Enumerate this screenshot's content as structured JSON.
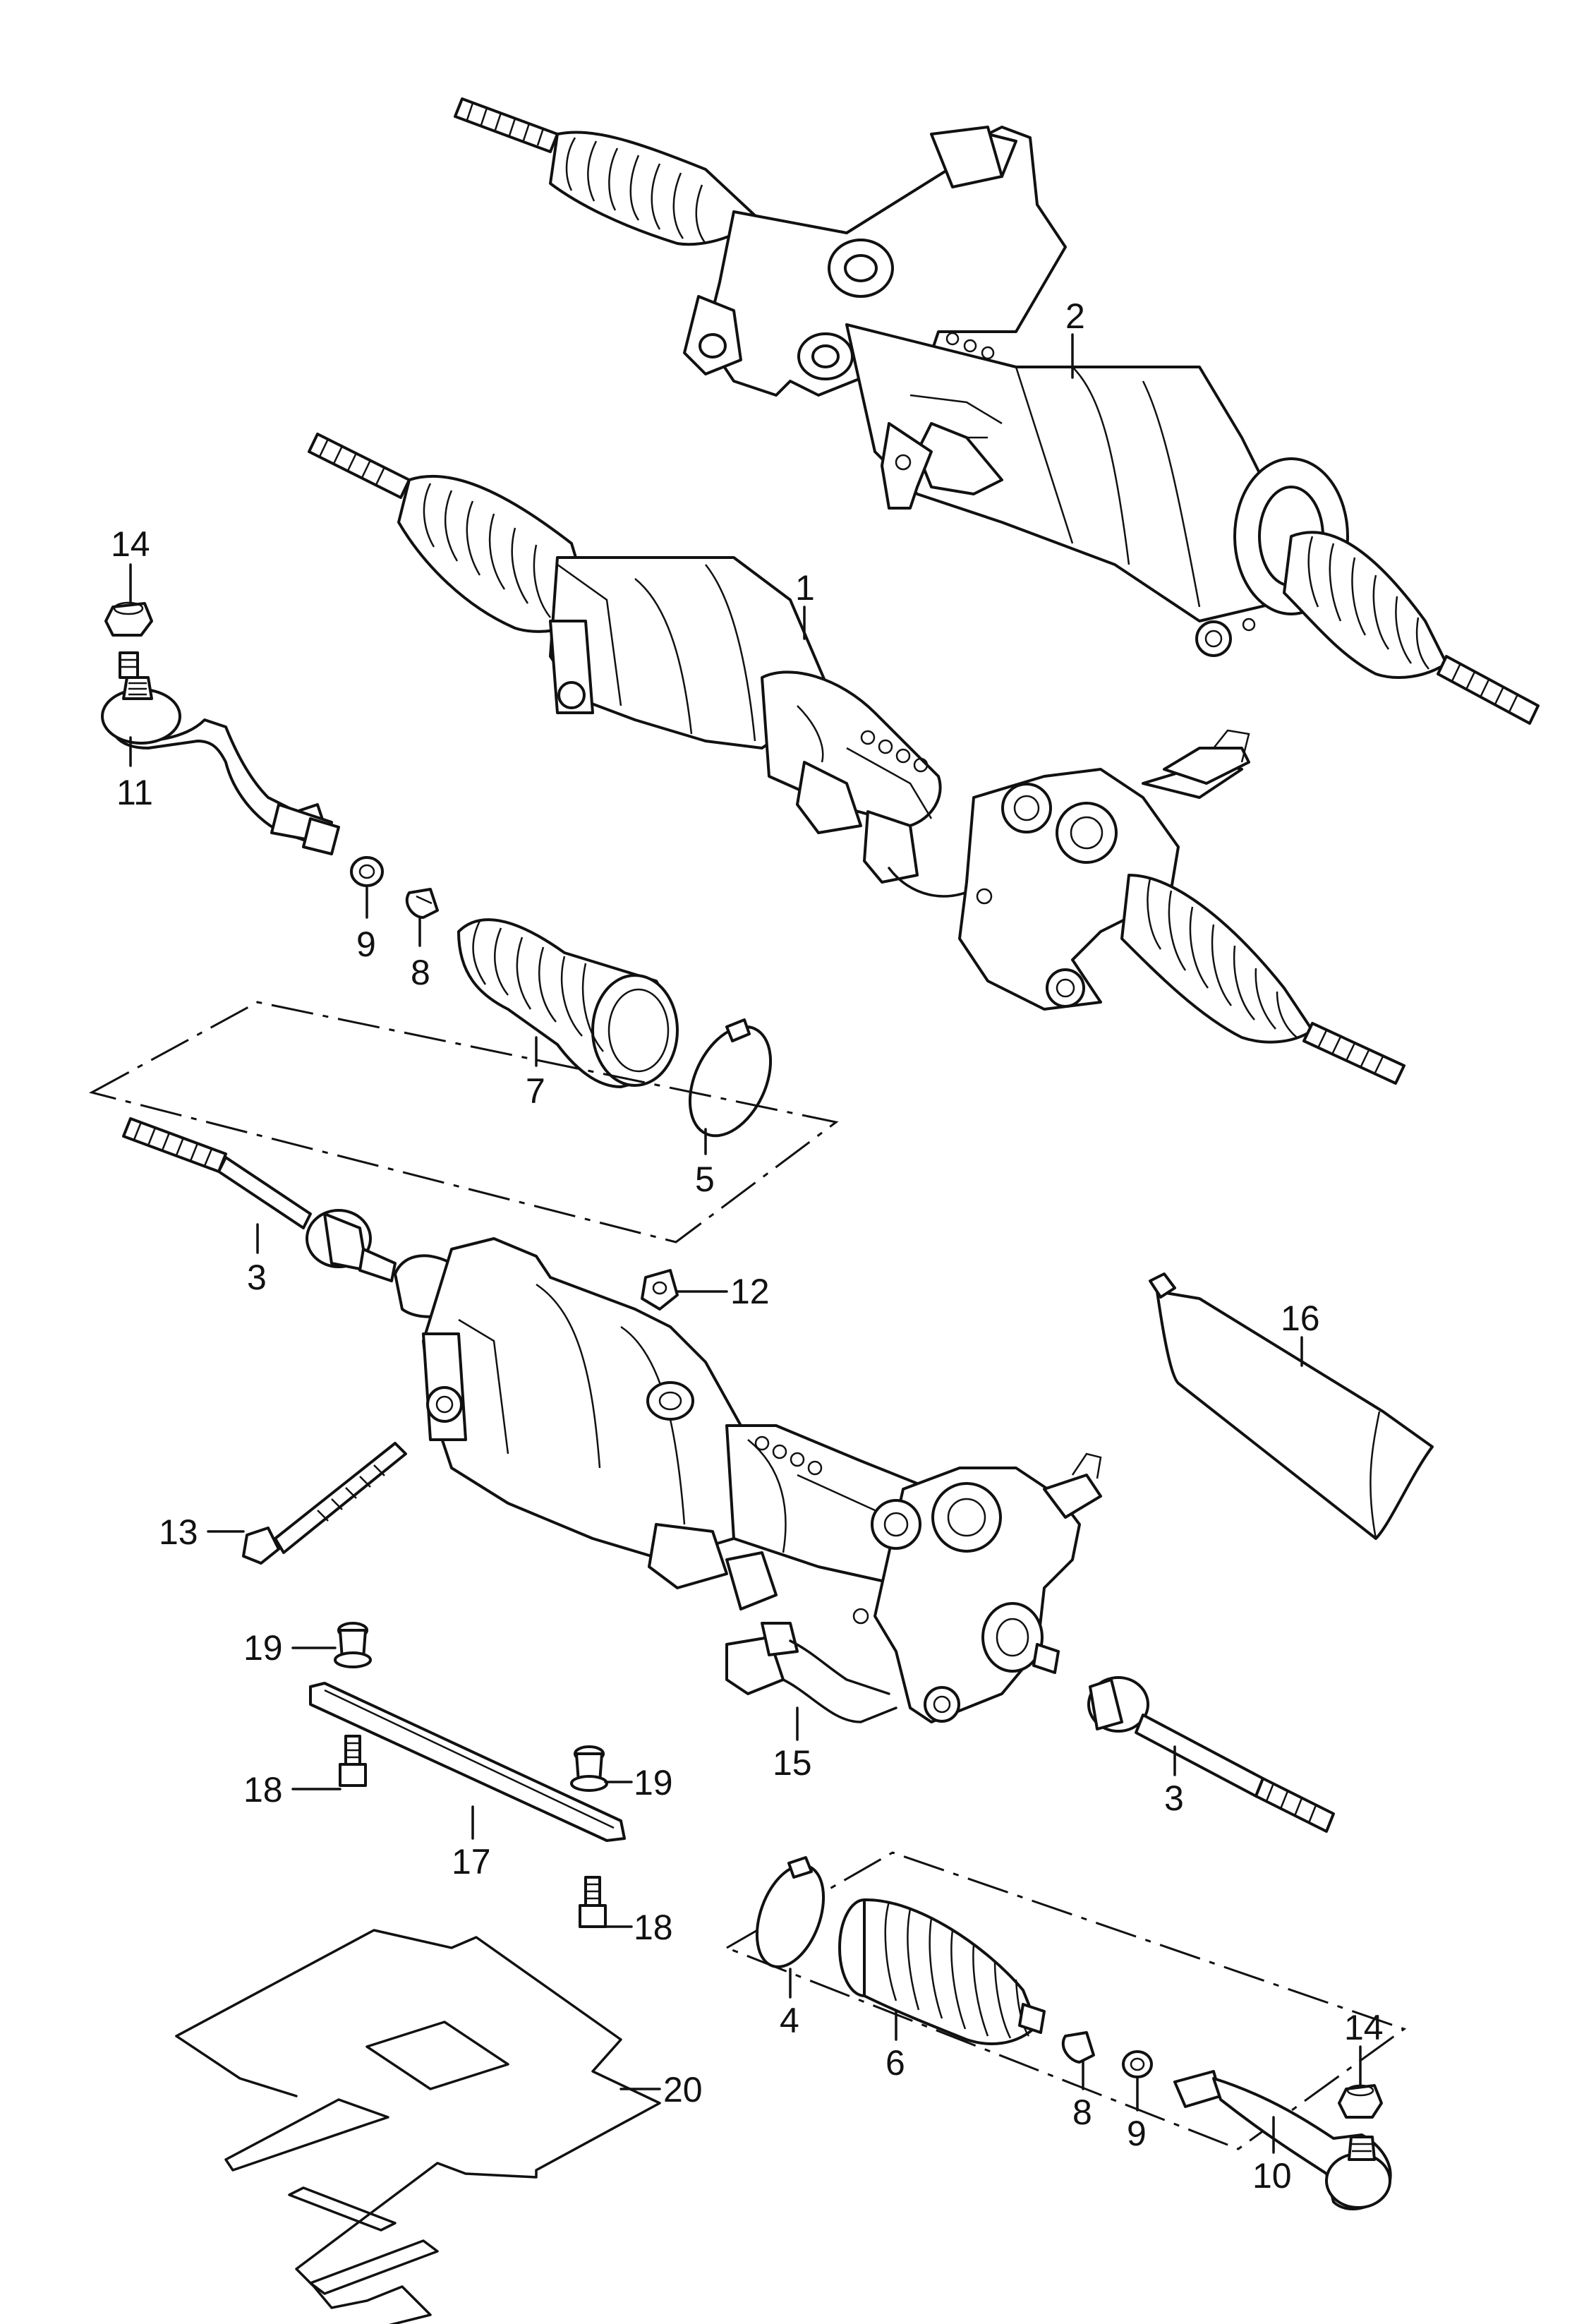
{
  "callouts": {
    "c1": "1",
    "c2": "2",
    "c3a": "3",
    "c3b": "3",
    "c4": "4",
    "c5": "5",
    "c6": "6",
    "c7": "7",
    "c8a": "8",
    "c8b": "8",
    "c9a": "9",
    "c9b": "9",
    "c10": "10",
    "c11": "11",
    "c12": "12",
    "c13": "13",
    "c14a": "14",
    "c14b": "14",
    "c15": "15",
    "c16": "16",
    "c17": "17",
    "c18a": "18",
    "c18b": "18",
    "c19a": "19",
    "c19b": "19",
    "c20": "20"
  }
}
